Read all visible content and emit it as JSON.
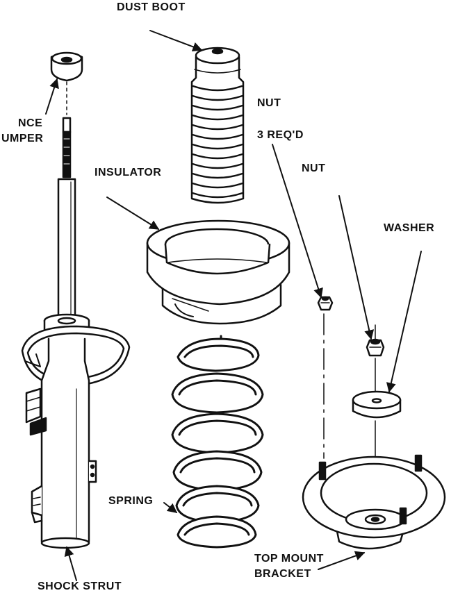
{
  "labels": {
    "dust_boot": "DUST BOOT",
    "nut_top": "NUT",
    "three_reqd": "3 REQ'D",
    "bounce_bumper_line1": "NCE",
    "bounce_bumper_line2": "UMPER",
    "insulator": "INSULATOR",
    "nut_mid": "NUT",
    "washer": "WASHER",
    "spring": "SPRING",
    "top_mount_line1": "TOP MOUNT",
    "top_mount_line2": "BRACKET",
    "shock_strut": "SHOCK STRUT"
  },
  "colors": {
    "ink": "#111111",
    "background": "#ffffff"
  }
}
